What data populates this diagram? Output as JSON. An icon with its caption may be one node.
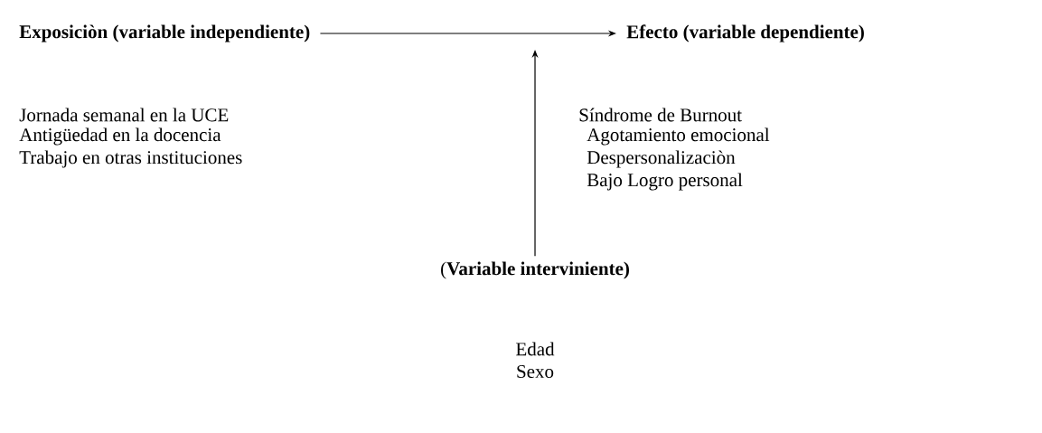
{
  "diagram": {
    "nodes": [
      {
        "text": [
          "Exposiciòn (variable independiente)"
        ]
      },
      {
        "text": [
          "Efecto (variable dependiente)"
        ]
      },
      {
        "text": [
          "(**Variable interviniente)**"
        ]
      }
    ],
    "edges": [
      {
        "from": 0,
        "to": 1,
        "arrow": "to"
      },
      {
        "from": 2,
        "to": null,
        "arrow": "to"
      }
    ],
    "labels": [
      "Jornada semanal en la UCE",
      "Antigüedad en la docencia",
      "Trabajo en otras instituciones",
      "Síndrome de Burnout",
      "Agotamiento emocional",
      "Despersonalizaciòn",
      "Bajo Logro personal",
      "Edad",
      "Sexo"
    ]
  }
}
